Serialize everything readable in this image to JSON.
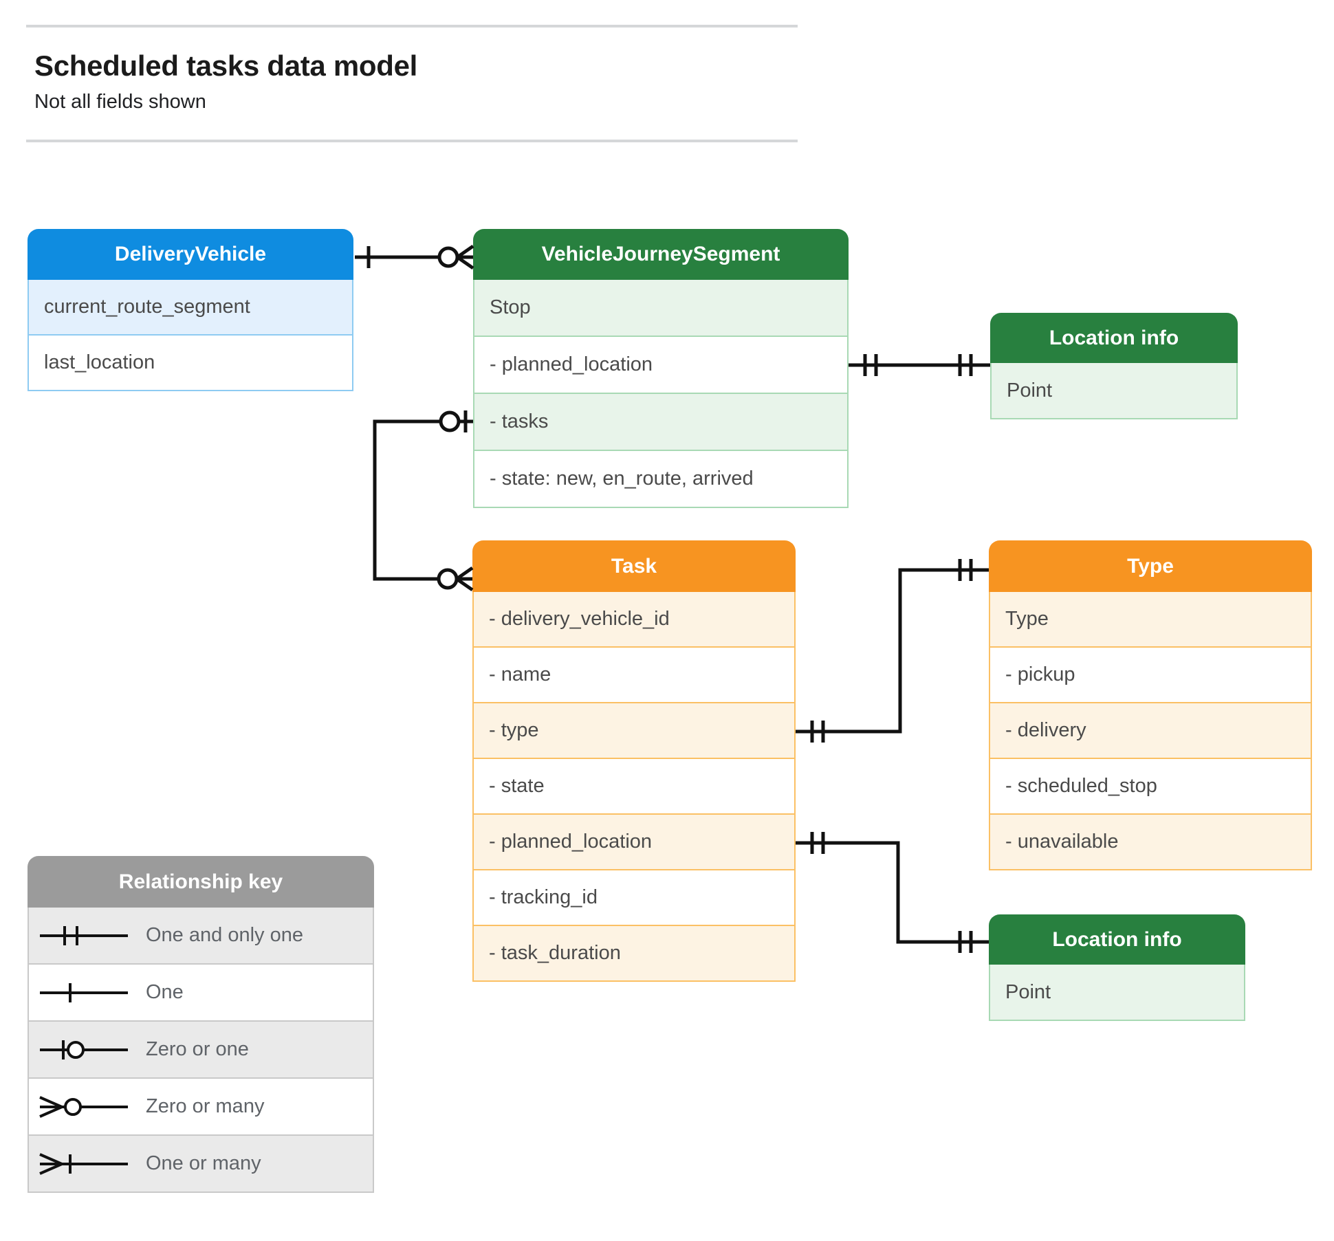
{
  "header": {
    "title": "Scheduled tasks data model",
    "subtitle": "Not all fields shown"
  },
  "colors": {
    "blue_header": "#0f8ce0",
    "blue_row": "#e3f0fd",
    "green_header": "#28803f",
    "green_row": "#e8f4ea",
    "orange_header": "#f79421",
    "orange_row": "#fdf3e3",
    "grey_header": "#9b9b9b",
    "grey_row": "#eaeaea",
    "connector": "#000000",
    "rule": "#d5d7d9"
  },
  "entities": {
    "delivery_vehicle": {
      "title": "DeliveryVehicle",
      "rows": [
        "current_route_segment",
        "last_location"
      ]
    },
    "vehicle_journey_segment": {
      "title": "VehicleJourneySegment",
      "rows": [
        "Stop",
        "-  planned_location",
        "- tasks",
        "- state: new, en_route, arrived"
      ]
    },
    "location_info_top": {
      "title": "Location info",
      "rows": [
        "Point"
      ]
    },
    "task": {
      "title": "Task",
      "rows": [
        "- delivery_vehicle_id",
        "- name",
        "- type",
        "- state",
        "- planned_location",
        "- tracking_id",
        "- task_duration"
      ]
    },
    "type": {
      "title": "Type",
      "rows": [
        "Type",
        "-   pickup",
        "-   delivery",
        "-   scheduled_stop",
        "-   unavailable"
      ]
    },
    "location_info_bottom": {
      "title": "Location info",
      "rows": [
        "Point"
      ]
    }
  },
  "legend": {
    "title": "Relationship key",
    "items": [
      {
        "symbol": "one-and-only-one",
        "label": "One and only one"
      },
      {
        "symbol": "one",
        "label": "One"
      },
      {
        "symbol": "zero-or-one",
        "label": "Zero or one"
      },
      {
        "symbol": "zero-or-many",
        "label": "Zero or many"
      },
      {
        "symbol": "one-or-many",
        "label": "One or many"
      }
    ]
  },
  "relationships": [
    {
      "name": "deliveryvehicle-to-vehiclejourneysegment",
      "from": "DeliveryVehicle",
      "to": "VehicleJourneySegment",
      "from_cardinality": "one",
      "to_cardinality": "zero or many"
    },
    {
      "name": "vehiclejourneysegment-plannedlocation-to-locationinfo",
      "from": "VehicleJourneySegment.planned_location",
      "to": "Location info",
      "from_cardinality": "one and only one",
      "to_cardinality": "one and only one"
    },
    {
      "name": "vehiclejourneysegment-tasks-to-task",
      "from": "VehicleJourneySegment.tasks",
      "to": "Task",
      "from_cardinality": "zero or one",
      "to_cardinality": "zero or many"
    },
    {
      "name": "task-type-to-type",
      "from": "Task.type",
      "to": "Type",
      "from_cardinality": "one and only one",
      "to_cardinality": "one and only one"
    },
    {
      "name": "task-plannedlocation-to-locationinfo",
      "from": "Task.planned_location",
      "to": "Location info",
      "from_cardinality": "one and only one",
      "to_cardinality": "one and only one"
    }
  ]
}
